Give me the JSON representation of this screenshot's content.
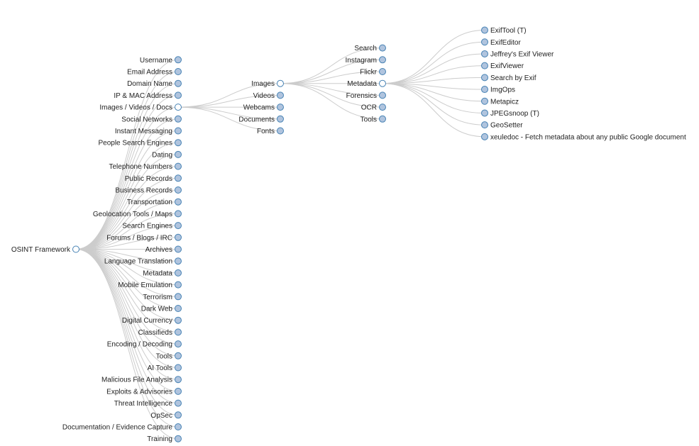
{
  "colors": {
    "link": "#cccccc",
    "node_stroke": "#4682b4",
    "collapsed_fill": "#b0c4de",
    "expanded_fill": "#ffffff"
  },
  "tree": {
    "name": "OSINT Framework",
    "children": [
      {
        "name": "Username"
      },
      {
        "name": "Email Address"
      },
      {
        "name": "Domain Name"
      },
      {
        "name": "IP & MAC Address"
      },
      {
        "name": "Images / Videos / Docs",
        "children": [
          {
            "name": "Images",
            "children": [
              {
                "name": "Search"
              },
              {
                "name": "Instagram"
              },
              {
                "name": "Flickr"
              },
              {
                "name": "Metadata",
                "children": [
                  {
                    "name": "ExifTool (T)"
                  },
                  {
                    "name": "ExifEditor"
                  },
                  {
                    "name": "Jeffrey's Exif Viewer"
                  },
                  {
                    "name": "ExifViewer"
                  },
                  {
                    "name": "Search by Exif"
                  },
                  {
                    "name": "ImgOps"
                  },
                  {
                    "name": "Metapicz"
                  },
                  {
                    "name": "JPEGsnoop (T)"
                  },
                  {
                    "name": "GeoSetter"
                  },
                  {
                    "name": "xeuledoc - Fetch metadata about any public Google document"
                  }
                ]
              },
              {
                "name": "Forensics"
              },
              {
                "name": "OCR"
              },
              {
                "name": "Tools"
              }
            ]
          },
          {
            "name": "Videos"
          },
          {
            "name": "Webcams"
          },
          {
            "name": "Documents"
          },
          {
            "name": "Fonts"
          }
        ]
      },
      {
        "name": "Social Networks"
      },
      {
        "name": "Instant Messaging"
      },
      {
        "name": "People Search Engines"
      },
      {
        "name": "Dating"
      },
      {
        "name": "Telephone Numbers"
      },
      {
        "name": "Public Records"
      },
      {
        "name": "Business Records"
      },
      {
        "name": "Transportation"
      },
      {
        "name": "Geolocation Tools / Maps"
      },
      {
        "name": "Search Engines"
      },
      {
        "name": "Forums / Blogs / IRC"
      },
      {
        "name": "Archives"
      },
      {
        "name": "Language Translation"
      },
      {
        "name": "Metadata"
      },
      {
        "name": "Mobile Emulation"
      },
      {
        "name": "Terrorism"
      },
      {
        "name": "Dark Web"
      },
      {
        "name": "Digital Currency"
      },
      {
        "name": "Classifieds"
      },
      {
        "name": "Encoding / Decoding"
      },
      {
        "name": "Tools"
      },
      {
        "name": "AI Tools"
      },
      {
        "name": "Malicious File Analysis"
      },
      {
        "name": "Exploits & Advisories"
      },
      {
        "name": "Threat Intelligence"
      },
      {
        "name": "OpSec"
      },
      {
        "name": "Documentation / Evidence Capture"
      },
      {
        "name": "Training"
      }
    ]
  }
}
